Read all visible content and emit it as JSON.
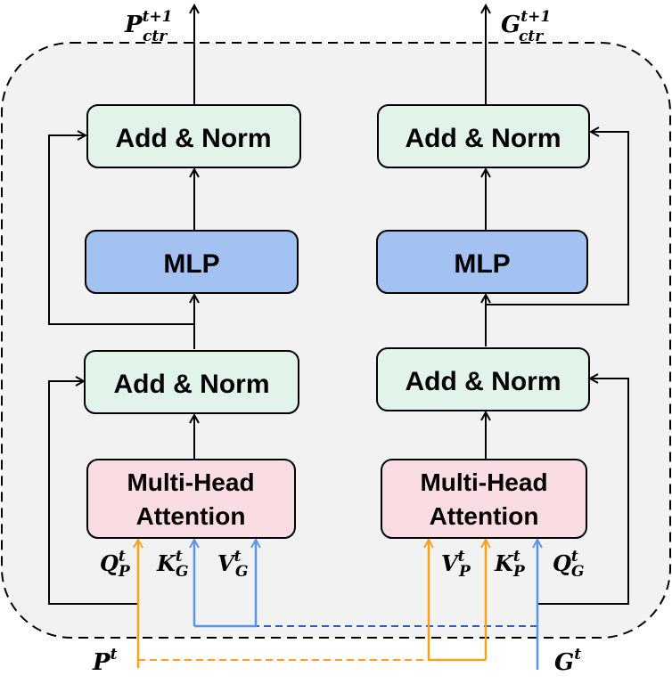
{
  "colors": {
    "container_fill": "#f2f2f2",
    "add_norm_fill": "#e2f4ea",
    "mlp_fill": "#a4c2f1",
    "attention_fill": "#fadde2",
    "orange": "#f8a21c",
    "blue": "#5b95e3",
    "blue_dashed": "#2f5fbf"
  },
  "left_branch": {
    "output": {
      "base": "P",
      "sup": "t+1",
      "sub": "ctr"
    },
    "add_norm_top": "Add & Norm",
    "mlp": "MLP",
    "add_norm_bottom": "Add & Norm",
    "attention_line1": "Multi-Head",
    "attention_line2": "Attention",
    "q_label": {
      "base": "Q",
      "sup": "t",
      "sub": "P"
    },
    "k_label": {
      "base": "K",
      "sup": "t",
      "sub": "G"
    },
    "v_label": {
      "base": "V",
      "sup": "t",
      "sub": "G"
    }
  },
  "right_branch": {
    "output": {
      "base": "G",
      "sup": "t+1",
      "sub": "ctr"
    },
    "add_norm_top": "Add & Norm",
    "mlp": "MLP",
    "add_norm_bottom": "Add & Norm",
    "attention_line1": "Multi-Head",
    "attention_line2": "Attention",
    "v_label": {
      "base": "V",
      "sup": "t",
      "sub": "P"
    },
    "k_label": {
      "base": "K",
      "sup": "t",
      "sub": "P"
    },
    "q_label": {
      "base": "Q",
      "sup": "t",
      "sub": "G"
    }
  },
  "inputs": {
    "p_input": {
      "base": "P",
      "sup": "t"
    },
    "g_input": {
      "base": "G",
      "sup": "t"
    }
  }
}
